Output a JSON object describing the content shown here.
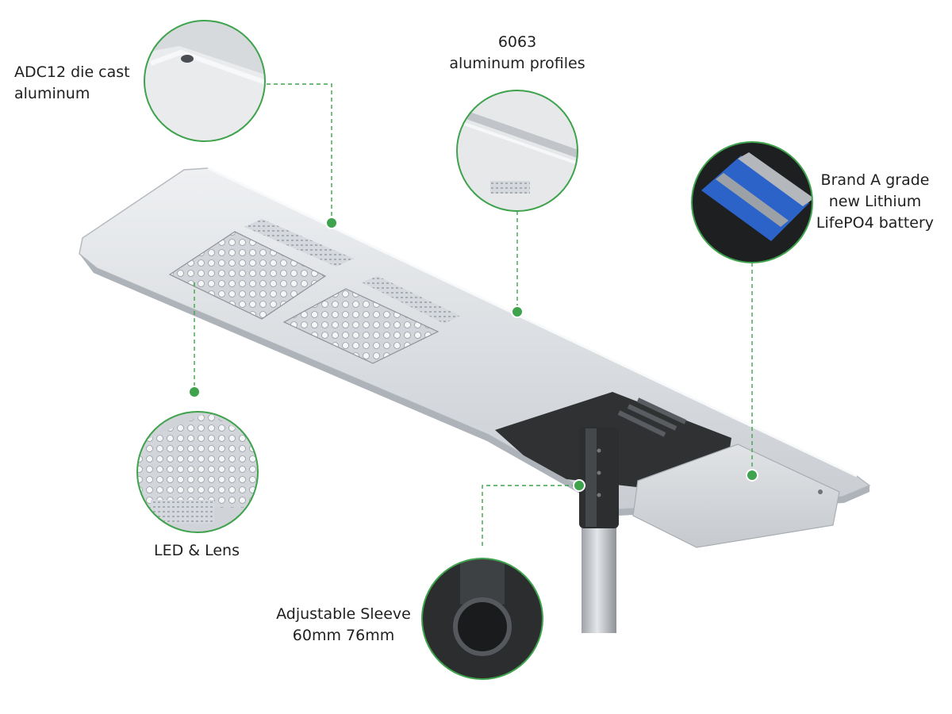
{
  "callouts": {
    "die_cast": {
      "lines": [
        "ADC12 die cast",
        "aluminum"
      ]
    },
    "profiles": {
      "lines": [
        "6063",
        "aluminum profiles"
      ]
    },
    "battery": {
      "lines": [
        "Brand A grade",
        "new Lithium",
        "LifePO4 battery"
      ]
    },
    "led": {
      "lines": [
        "LED & Lens"
      ]
    },
    "sleeve": {
      "lines": [
        "Adjustable Sleeve",
        "60mm 76mm"
      ]
    }
  },
  "colors": {
    "accent_green": "#3fa34d",
    "housing": "#dadde1",
    "housing_edge": "#c2c6cb",
    "bracket": "#2f3133",
    "pole": "#b9bdc2",
    "battery_blue": "#2c63c9"
  },
  "icons": [
    "callout-dot",
    "magnifier-circle"
  ]
}
